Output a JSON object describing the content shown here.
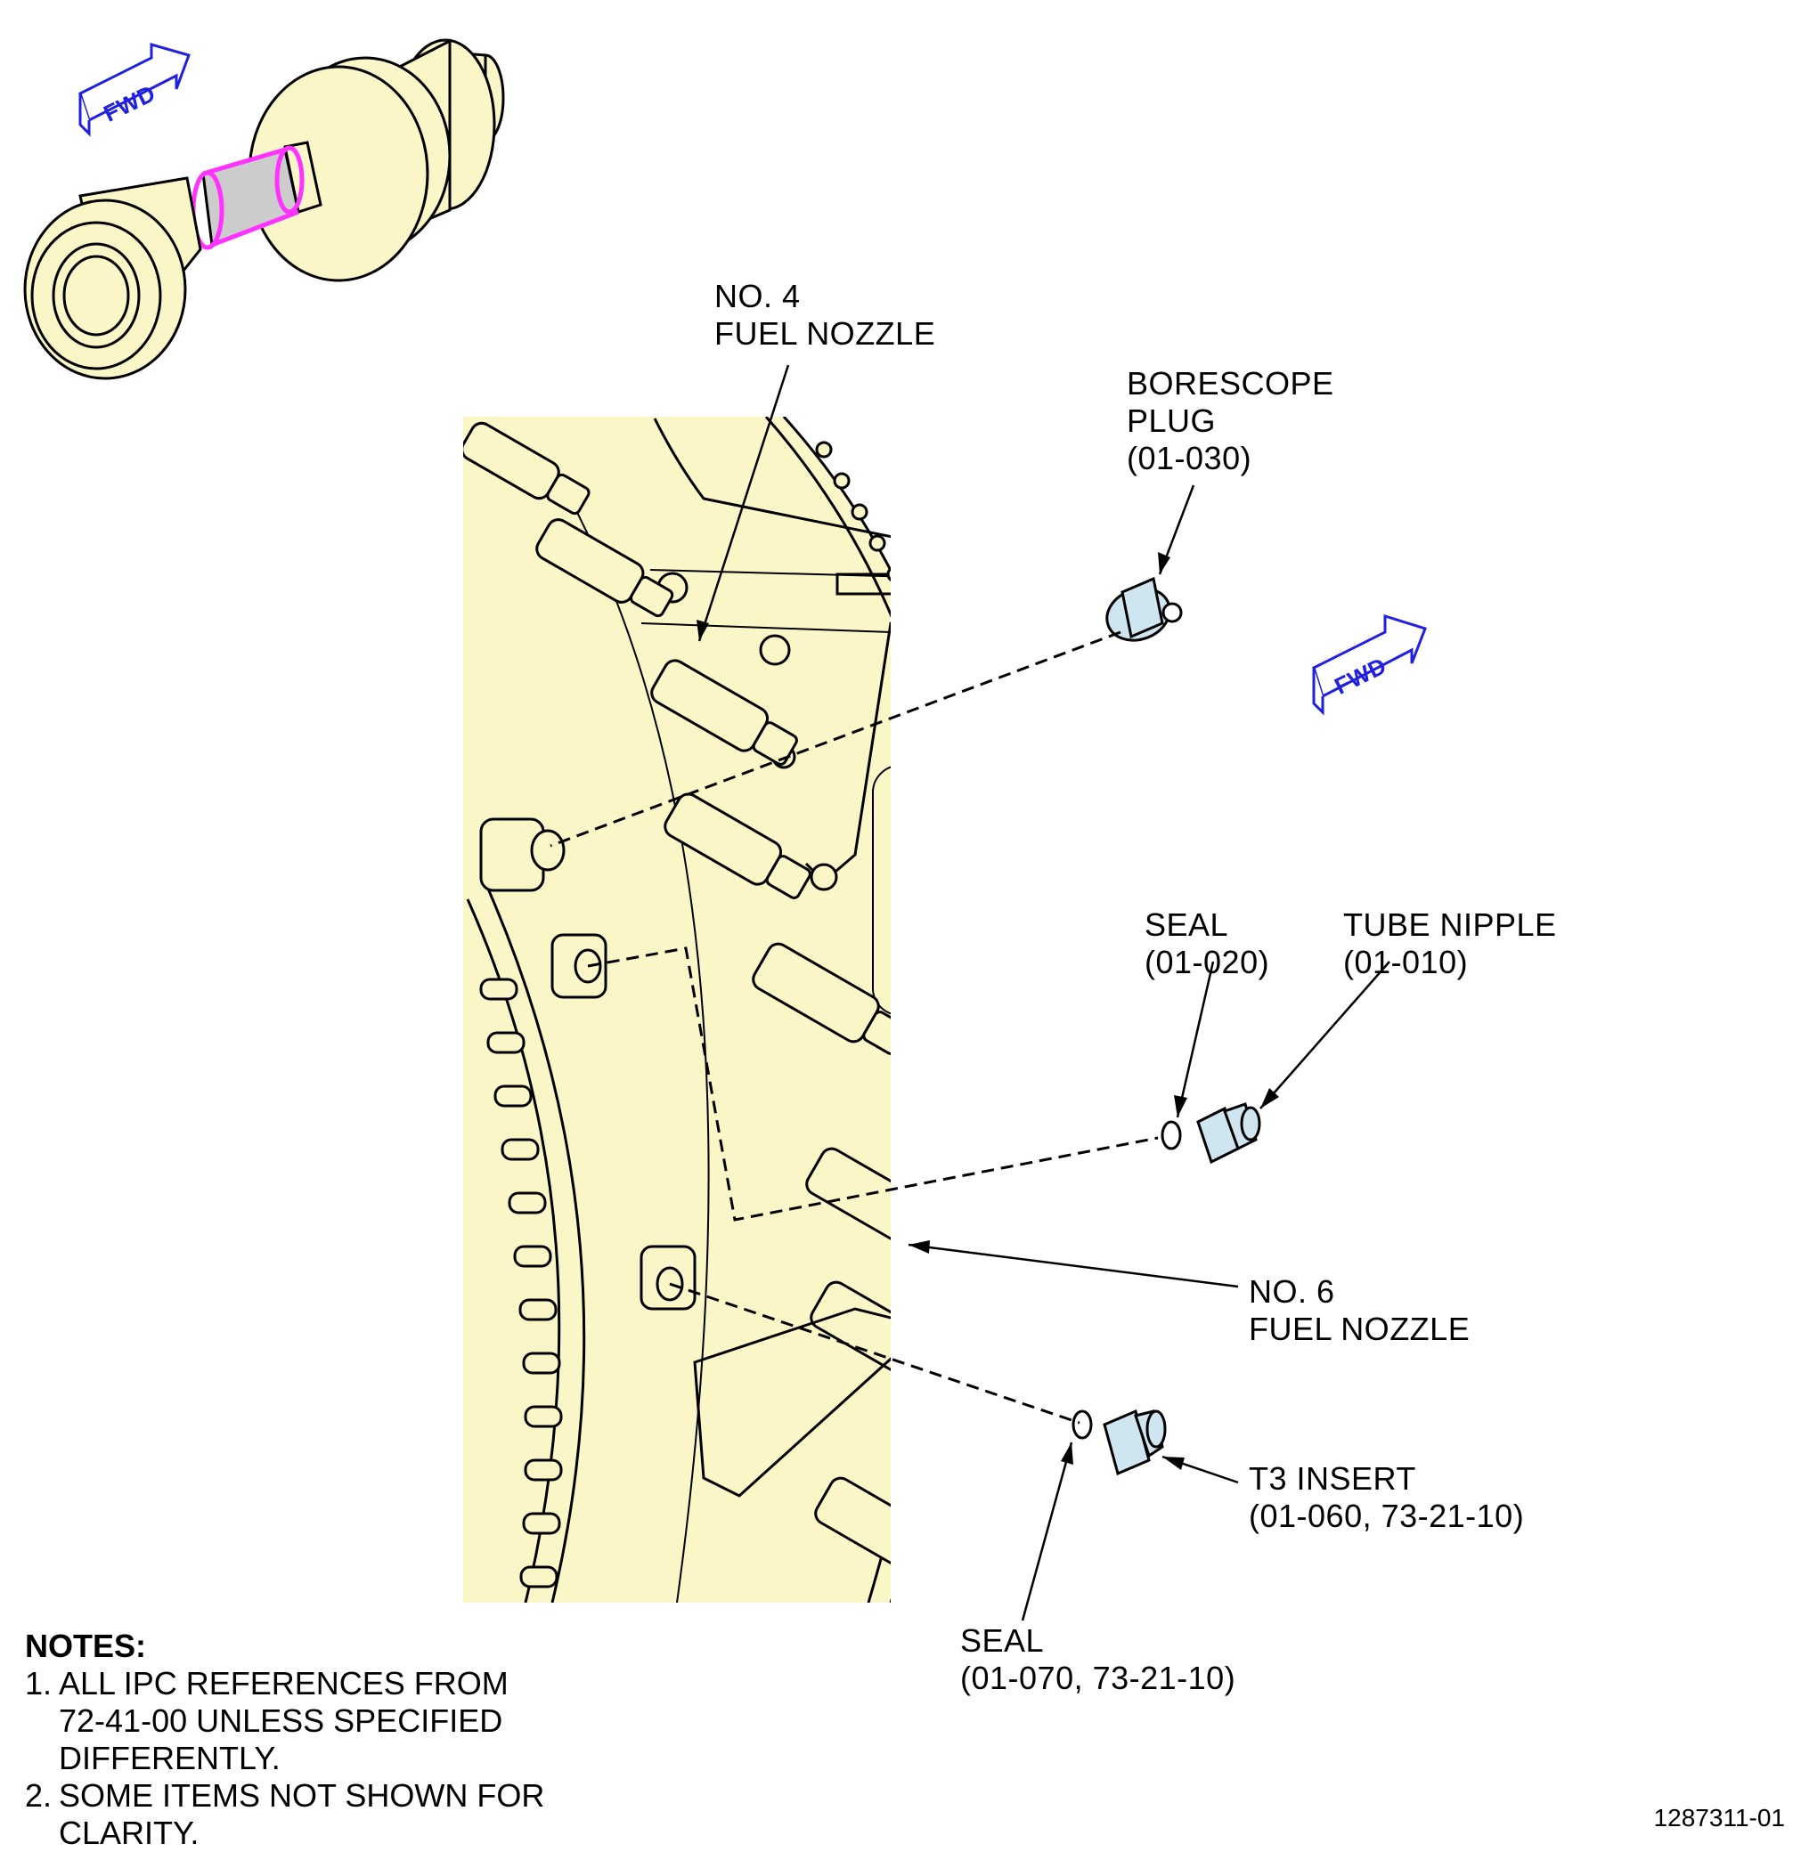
{
  "colors": {
    "engine_fill": "#faf6c8",
    "highlight": "#ff33ff",
    "section": "#cccccc",
    "fwd_arrow": "#2020e0",
    "part_fill": "#cfe6f0",
    "line": "#000000"
  },
  "fwd_label": "FWD",
  "callouts": {
    "nozzle4": [
      "NO. 4",
      "FUEL NOZZLE"
    ],
    "borescope": [
      "BORESCOPE",
      "PLUG",
      "(01-030)"
    ],
    "seal_020": [
      "SEAL",
      "(01-020)"
    ],
    "tube_nipple": [
      "TUBE NIPPLE",
      "(01-010)"
    ],
    "nozzle6": [
      "NO. 6",
      "FUEL NOZZLE"
    ],
    "t3_insert": [
      "T3 INSERT",
      "(01-060, 73-21-10)"
    ],
    "seal_070": [
      "SEAL",
      "(01-070, 73-21-10)"
    ]
  },
  "notes": {
    "title": "NOTES:",
    "items": [
      {
        "num": "1.",
        "text": "ALL IPC REFERENCES FROM 72-41-00 UNLESS SPECIFIED DIFFERENTLY."
      },
      {
        "num": "2.",
        "text": "SOME ITEMS NOT SHOWN FOR CLARITY."
      }
    ]
  },
  "figure_number": "1287311-01"
}
